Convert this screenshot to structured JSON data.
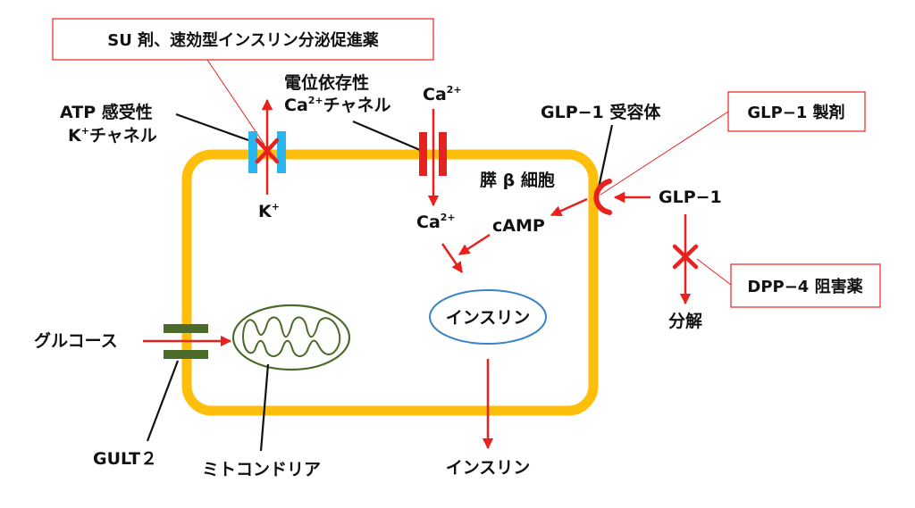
{
  "labels": {
    "su_drugs": "SU 剤、速効型インスリン分泌促進薬",
    "atp_k_line1": "ATP 感受性",
    "atp_k_line2_base": "K",
    "atp_k_line2_sup": "+",
    "atp_k_line2_rest": "チャネル",
    "vdcc_line1": "電位依存性",
    "vdcc_line2_base": "Ca",
    "vdcc_line2_sup": "2+",
    "vdcc_line2_rest": "チャネル",
    "ca_top_base": "Ca",
    "ca_top_sup": "2+",
    "ca_inside_base": "Ca",
    "ca_inside_sup": "2+",
    "k_out_base": "K",
    "k_out_sup": "+",
    "glp1_receptor": "GLP−1 受容体",
    "glp1_agonist": "GLP−1 製剤",
    "beta_cell": "膵 β 細胞",
    "glp1": "GLP−1",
    "camp": "cAMP",
    "insulin_inside": "インスリン",
    "insulin_outside": "インスリン",
    "dpp4_inhibitor": "DPP−4 阻害薬",
    "degradation": "分解",
    "glucose": "グルコース",
    "glut2": "GULT２",
    "mitochondria": "ミトコンドリア"
  },
  "colors": {
    "cell_membrane": "#FDBE0C",
    "arrow": "#E8211F",
    "k_channel": "#29B5EE",
    "ca_channel": "#E8211F",
    "glut_channel": "#4C6A2A",
    "mitochondria": "#4C6A2A",
    "insulin_vesicle": "#3B83C6",
    "callout_border": "#E8211F",
    "text": "#111111"
  },
  "icons": {
    "blocked": "x-mark-icon",
    "receptor": "crescent-receptor-icon"
  }
}
